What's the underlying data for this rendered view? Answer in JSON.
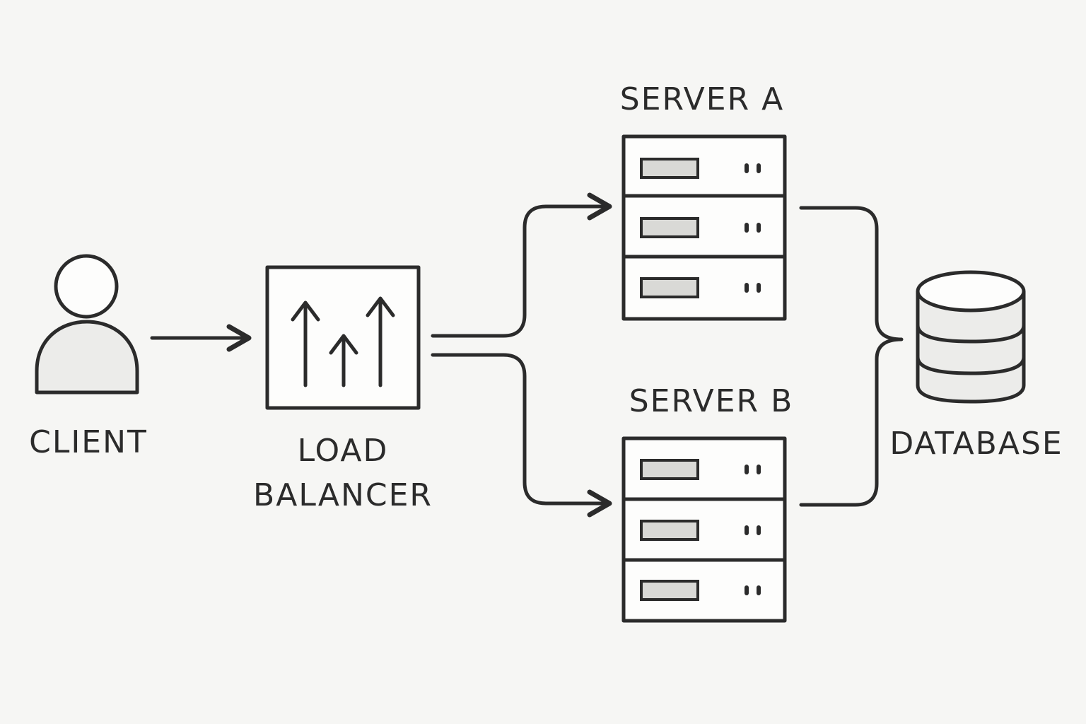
{
  "nodes": {
    "client": {
      "label": "CLIENT"
    },
    "load_balancer": {
      "label_line1": "LOAD",
      "label_line2": "BALANCER"
    },
    "server_a": {
      "label": "SERVER A"
    },
    "server_b": {
      "label": "SERVER B"
    },
    "database": {
      "label": "DATABASE"
    }
  },
  "colors": {
    "ink": "#2b2b2b",
    "paper": "#f6f6f4"
  }
}
